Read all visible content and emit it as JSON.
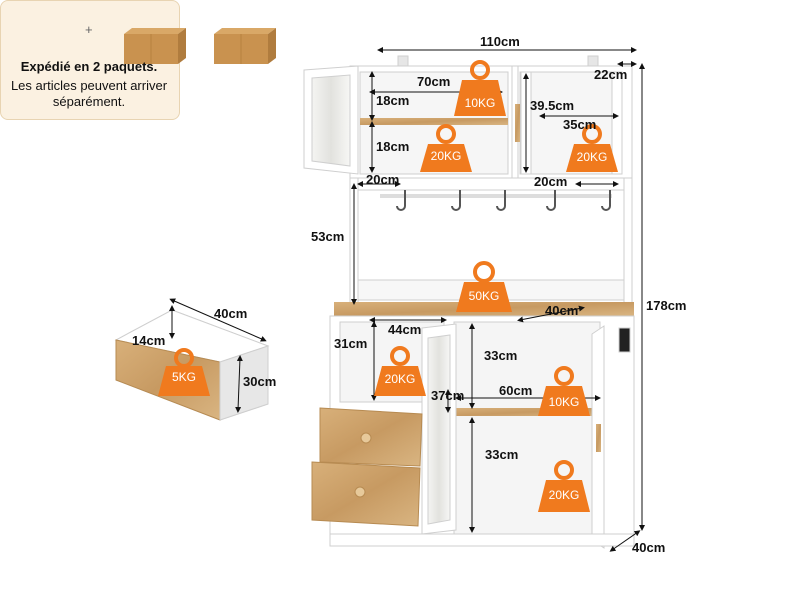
{
  "notice": {
    "title": "Expédié en 2 paquets.",
    "note": "Les articles peuvent arriver séparément.",
    "plus": "+",
    "box_icons": [
      "carton-box-icon",
      "carton-box-icon"
    ]
  },
  "dimensions": {
    "total_width": "110cm",
    "top_depth": "22cm",
    "total_height": "178cm",
    "base_depth": "40cm",
    "upper_left_width": "70cm",
    "upper_left_shelf_1": "18cm",
    "upper_left_shelf_2": "18cm",
    "upper_right_height": "39.5cm",
    "upper_right_width": "35cm",
    "hook_gap_left": "20cm",
    "hook_gap_right": "20cm",
    "open_space_height": "53cm",
    "counter_depth": "40cm",
    "lower_left_width": "44cm",
    "lower_left_height": "31cm",
    "lower_middle_height": "37cm",
    "lower_right_top_height": "33cm",
    "lower_right_width": "60cm",
    "lower_right_bottom_height": "33cm",
    "drawer_width": "40cm",
    "drawer_height": "14cm",
    "drawer_depth": "30cm"
  },
  "weights": {
    "upper_left_top": "10KG",
    "upper_left_bottom": "20KG",
    "upper_right": "20KG",
    "counter": "50KG",
    "lower_left": "20KG",
    "lower_right_shelf": "10KG",
    "lower_right_bottom": "20KG",
    "drawer": "5KG"
  },
  "colors": {
    "weight_badge": "#f07a1e",
    "wood": "#c9a06a",
    "cabinet": "#ffffff",
    "notice_bg": "#fbf1e1"
  }
}
